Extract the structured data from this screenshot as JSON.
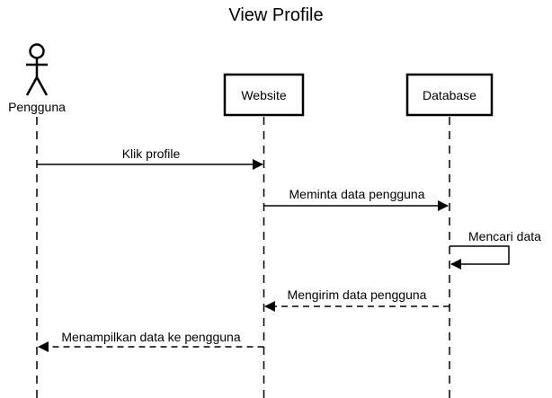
{
  "title": "View Profile",
  "participants": {
    "actor": {
      "label": "Pengguna",
      "icon": "stick-figure-icon"
    },
    "website": {
      "label": "Website"
    },
    "database": {
      "label": "Database"
    }
  },
  "messages": [
    {
      "from": "Pengguna",
      "to": "Website",
      "label": "Klik profile",
      "style": "solid"
    },
    {
      "from": "Website",
      "to": "Database",
      "label": "Meminta data pengguna",
      "style": "solid"
    },
    {
      "from": "Database",
      "to": "Database",
      "label": "Mencari data",
      "style": "solid"
    },
    {
      "from": "Database",
      "to": "Website",
      "label": "Mengirim data pengguna",
      "style": "dashed"
    },
    {
      "from": "Website",
      "to": "Pengguna",
      "label": "Menampilkan data ke pengguna",
      "style": "dashed"
    }
  ],
  "colors": {
    "line": "#000000",
    "background": "#ffffff"
  }
}
